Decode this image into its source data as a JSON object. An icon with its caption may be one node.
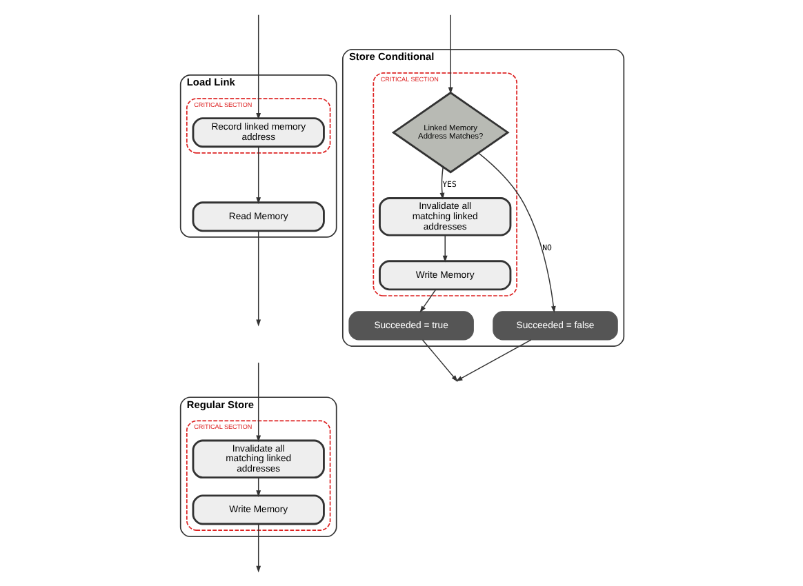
{
  "diagram": {
    "nodes": [
      {
        "text": [
          "Load Link"
        ]
      },
      {
        "text": [
          "CRITICAL SECTION"
        ],
        "in": 0
      },
      {
        "text": [
          "Record linked memory address"
        ],
        "in": 1
      },
      {
        "text": [
          "Read Memory"
        ],
        "in": 0
      },
      {
        "text": [
          "Regular Store"
        ]
      },
      {
        "text": [
          "CRITICAL SECTION"
        ],
        "in": 4
      },
      {
        "text": [
          "Invalidate all matching linked addresses"
        ],
        "in": 5
      },
      {
        "text": [
          "Write Memory"
        ],
        "in": 5
      },
      {
        "text": [
          "Store Conditional"
        ]
      },
      {
        "text": [
          "CRITICAL SECTION"
        ],
        "in": 8
      },
      {
        "text": [
          "Linked Memory Address Matches?"
        ],
        "in": 9
      },
      {
        "text": [
          "Invalidate all matching linked addresses"
        ],
        "in": 9
      },
      {
        "text": [
          "Write Memory"
        ],
        "in": 9
      },
      {
        "text": [
          "Succeeded = true"
        ],
        "in": 8
      },
      {
        "text": [
          "Succeeded = false"
        ],
        "in": 8
      }
    ],
    "edges": [
      {
        "from": null,
        "to": 2,
        "arrow": "to"
      },
      {
        "from": 2,
        "to": 3,
        "arrow": "to"
      },
      {
        "from": 3,
        "to": null,
        "arrow": "to"
      },
      {
        "from": null,
        "to": 6,
        "arrow": "to"
      },
      {
        "from": 6,
        "to": 7,
        "arrow": "to"
      },
      {
        "from": 7,
        "to": null,
        "arrow": "to"
      },
      {
        "from": null,
        "to": 10,
        "arrow": "to"
      },
      {
        "from": 10,
        "to": 11,
        "label": "YES",
        "arrow": "to"
      },
      {
        "from": 11,
        "to": 12,
        "arrow": "to"
      },
      {
        "from": 12,
        "to": 13,
        "arrow": "to"
      },
      {
        "from": 10,
        "to": 14,
        "label": "NO",
        "arrow": "to"
      },
      {
        "from": 13,
        "to": null,
        "arrow": "to"
      },
      {
        "from": 14,
        "to": null,
        "arrow": "to"
      }
    ]
  }
}
